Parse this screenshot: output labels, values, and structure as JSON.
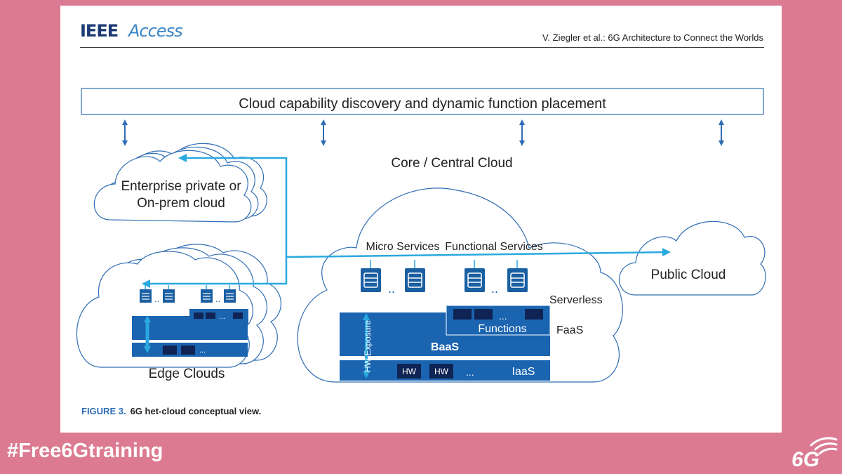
{
  "header": {
    "logo_bold": "IEEE",
    "logo_light": "Access",
    "right_text": "V. Ziegler et al.: 6G Architecture to Connect the Worlds"
  },
  "diagram": {
    "top_bar": "Cloud capability discovery and dynamic function placement",
    "enterprise_line1": "Enterprise private or",
    "enterprise_line2": "On-prem cloud",
    "core_label": "Core / Central Cloud",
    "micro_services": "Micro Services",
    "functional_services": "Functional Services",
    "public_cloud": "Public Cloud",
    "serverless": "Serverless",
    "functions": "Functions",
    "faas": "FaaS",
    "baas": "BaaS",
    "hw_exposure": "HW Exposure",
    "hw1": "HW",
    "hw2": "HW",
    "iaas": "IaaS",
    "edge_clouds": "Edge Clouds",
    "ellipsis": "...",
    "dots_small": ".."
  },
  "caption": {
    "figure_no": "FIGURE 3.",
    "text": "6G het-cloud conceptual view."
  },
  "footer": {
    "hashtag": "#Free6Gtraining",
    "logo_text": "6G"
  },
  "colors": {
    "background": "#db7a90",
    "cloud_stroke": "#2f6db5",
    "accent_cyan": "#29a9e0",
    "server_blue": "#1b5fa3",
    "dark_navy": "#0f2454",
    "layer_blue": "#1a64b0"
  }
}
